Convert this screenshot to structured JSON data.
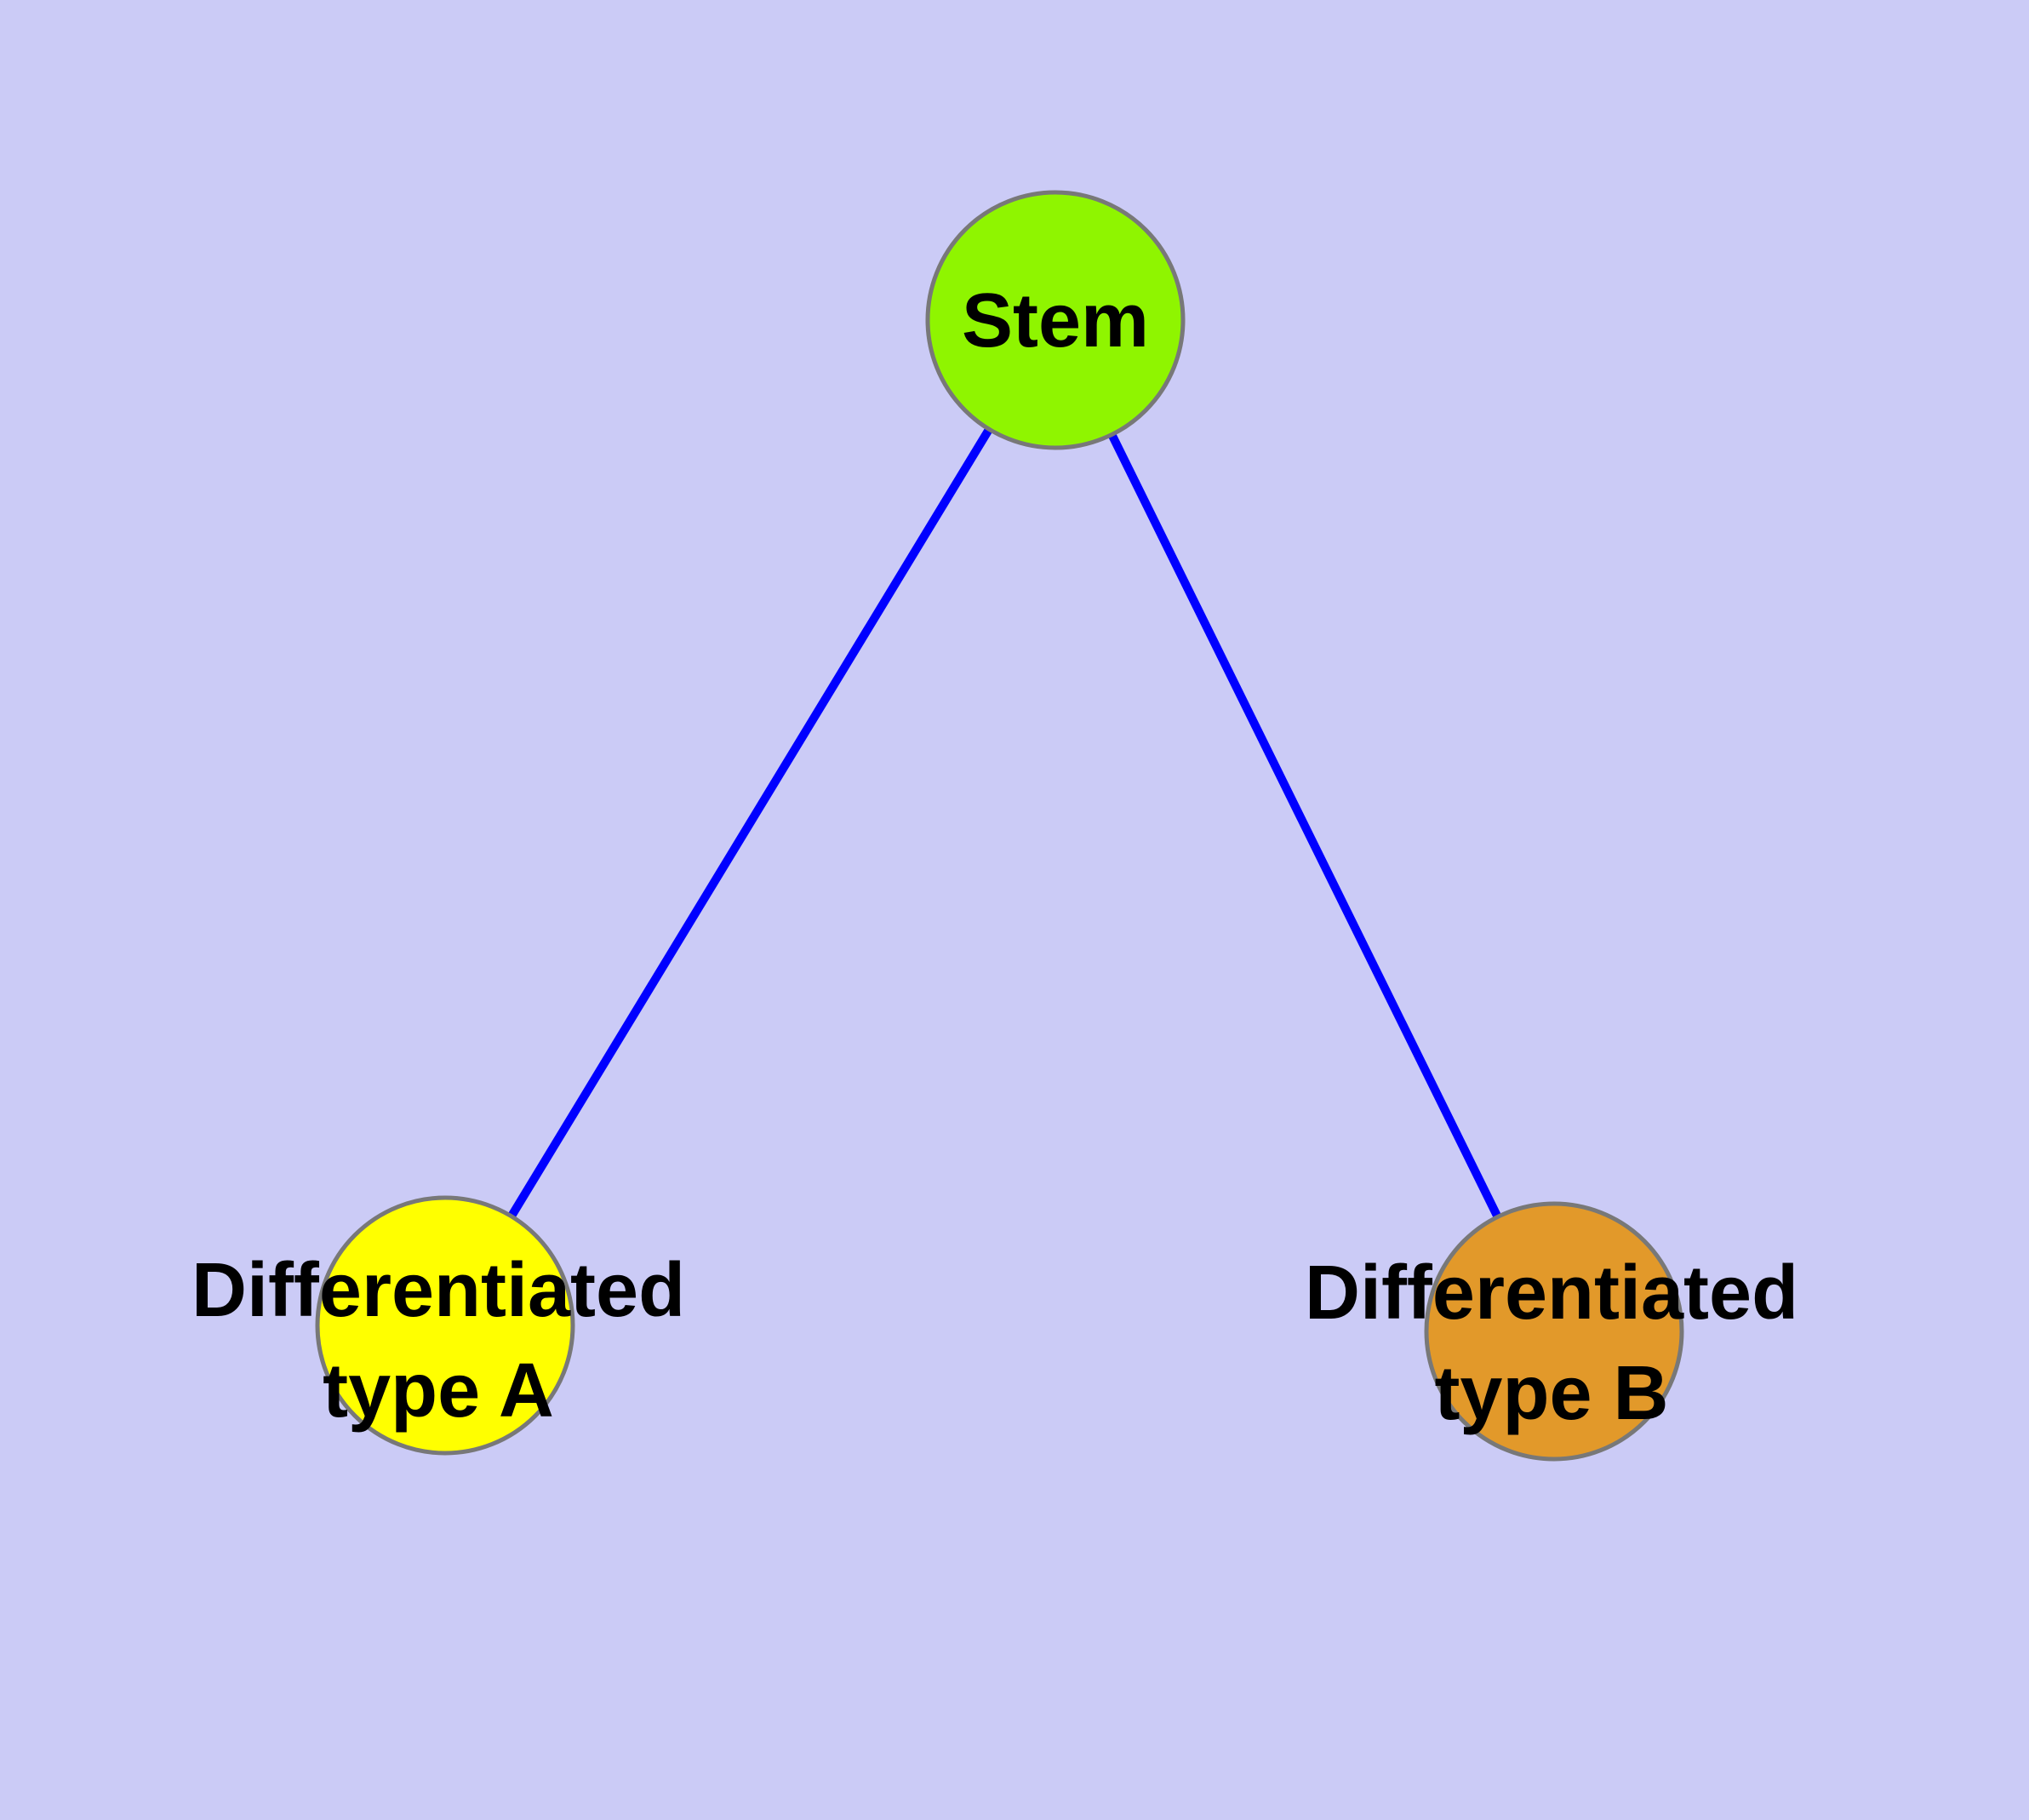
{
  "diagram": {
    "type": "graph",
    "background_color": "#CBCBF6",
    "edge_color": "#0000FF",
    "node_border_color": "#787878",
    "text_color": "#000000",
    "nodes": [
      {
        "id": "stem",
        "label": "Stem",
        "color": "#8FF500"
      },
      {
        "id": "differentiated-type-a",
        "label": "Differentiated\ntype A",
        "color": "#FFFF00"
      },
      {
        "id": "differentiated-type-b",
        "label": "Differentiated\ntype B",
        "color": "#E2992A"
      }
    ],
    "edges": [
      {
        "from": "stem",
        "to": "differentiated-type-a"
      },
      {
        "from": "stem",
        "to": "differentiated-type-b"
      }
    ]
  }
}
